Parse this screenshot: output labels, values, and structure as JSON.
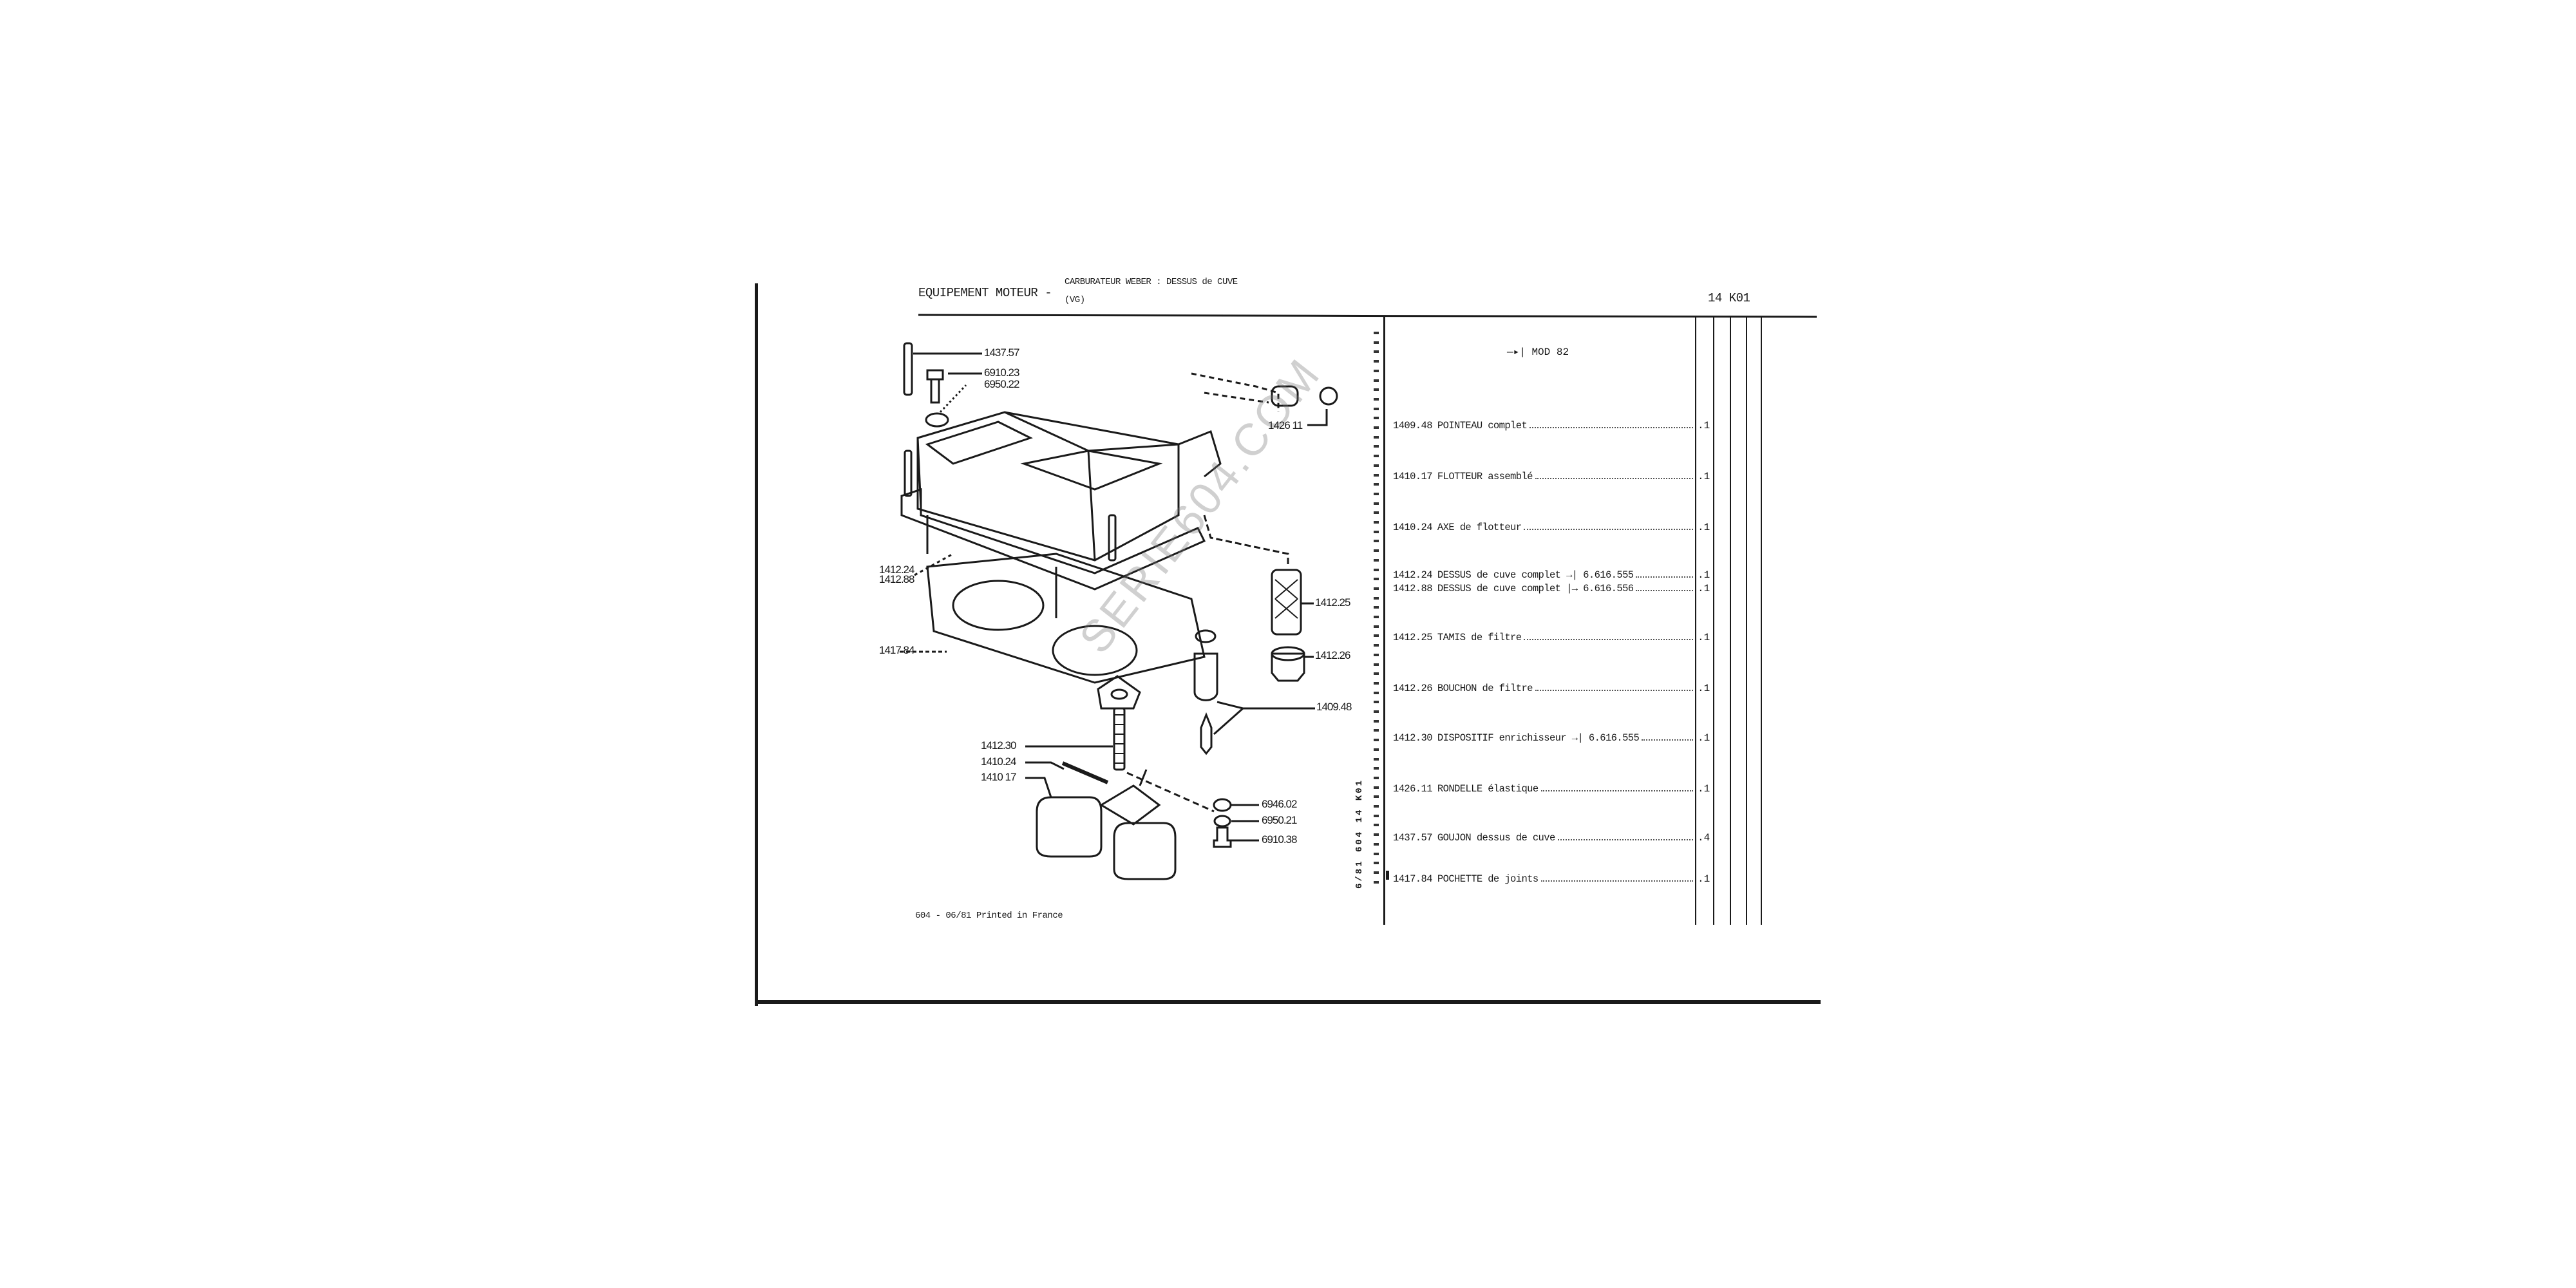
{
  "header": {
    "section": "EQUIPEMENT MOTEUR -",
    "subtitle_line1": "CARBURATEUR WEBER : DESSUS de CUVE",
    "subtitle_line2": "(VG)",
    "page_code": "14 K01"
  },
  "mod_note": "MOD 82",
  "parts": [
    {
      "ref": "1409.48",
      "desc": "POINTEAU complet",
      "note": "",
      "qty": ".1"
    },
    {
      "ref": "1410.17",
      "desc": "FLOTTEUR assemblé",
      "note": "",
      "qty": ".1"
    },
    {
      "ref": "1410.24",
      "desc": "AXE de flotteur",
      "note": "",
      "qty": ".1"
    },
    {
      "ref": "1412.24",
      "desc": "DESSUS de cuve complet",
      "note": "→| 6.616.555",
      "qty": ".1"
    },
    {
      "ref": "1412.88",
      "desc": "DESSUS de cuve complet",
      "note": "|→ 6.616.556",
      "qty": ".1"
    },
    {
      "ref": "1412.25",
      "desc": "TAMIS de filtre",
      "note": "",
      "qty": ".1"
    },
    {
      "ref": "1412.26",
      "desc": "BOUCHON de filtre",
      "note": "",
      "qty": ".1"
    },
    {
      "ref": "1412.30",
      "desc": "DISPOSITIF enrichisseur",
      "note": "→| 6.616.555",
      "qty": ".1"
    },
    {
      "ref": "1426.11",
      "desc": "RONDELLE élastique",
      "note": "",
      "qty": ".1"
    },
    {
      "ref": "1437.57",
      "desc": "GOUJON dessus de cuve",
      "note": "",
      "qty": ".4"
    },
    {
      "ref": "1417.84",
      "desc": "POCHETTE de joints",
      "note": "",
      "qty": ".1"
    }
  ],
  "diagram_labels": {
    "l1437_57": "1437.57",
    "l6910_23": "6910.23",
    "l6950_22": "6950.22",
    "l1426_11": "1426 11",
    "l1412_24": "1412.24",
    "l1412_88": "1412.88",
    "l1412_25": "1412.25",
    "l1417_84": "1417 84",
    "l1412_26": "1412.26",
    "l1409_48": "1409.48",
    "l1412_30": "1412.30",
    "l1410_24": "1410.24",
    "l1410_17": "1410 17",
    "l6946_02": "6946.02",
    "l6950_21": "6950.21",
    "l6910_38": "6910.38"
  },
  "side_code": "6/81 604 14 K01",
  "footer": "604 - 06/81 Printed in France",
  "watermark": "SERIE604.COM"
}
